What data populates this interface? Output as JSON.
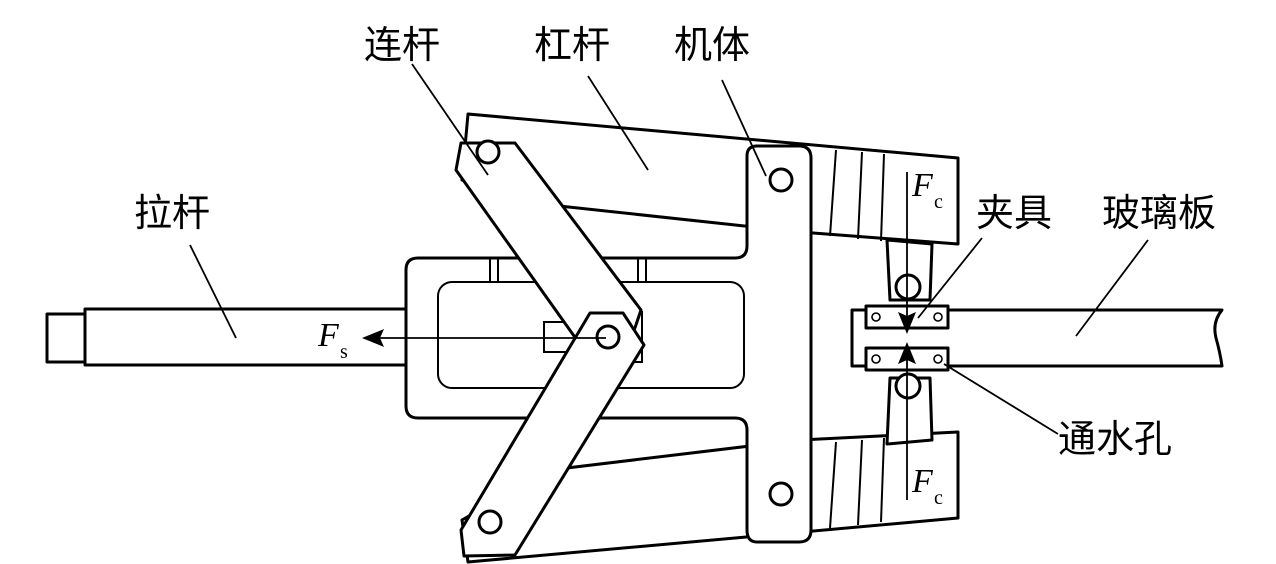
{
  "labels": {
    "connecting_rod": "连杆",
    "lever": "杠杆",
    "body": "机体",
    "pull_rod": "拉杆",
    "fixture": "夹具",
    "glass_plate": "玻璃板",
    "water_hole": "通水孔"
  },
  "forces": {
    "fs_main": "F",
    "fs_sub": "s",
    "fc_top_main": "F",
    "fc_top_sub": "c",
    "fc_bottom_main": "F",
    "fc_bottom_sub": "c"
  }
}
